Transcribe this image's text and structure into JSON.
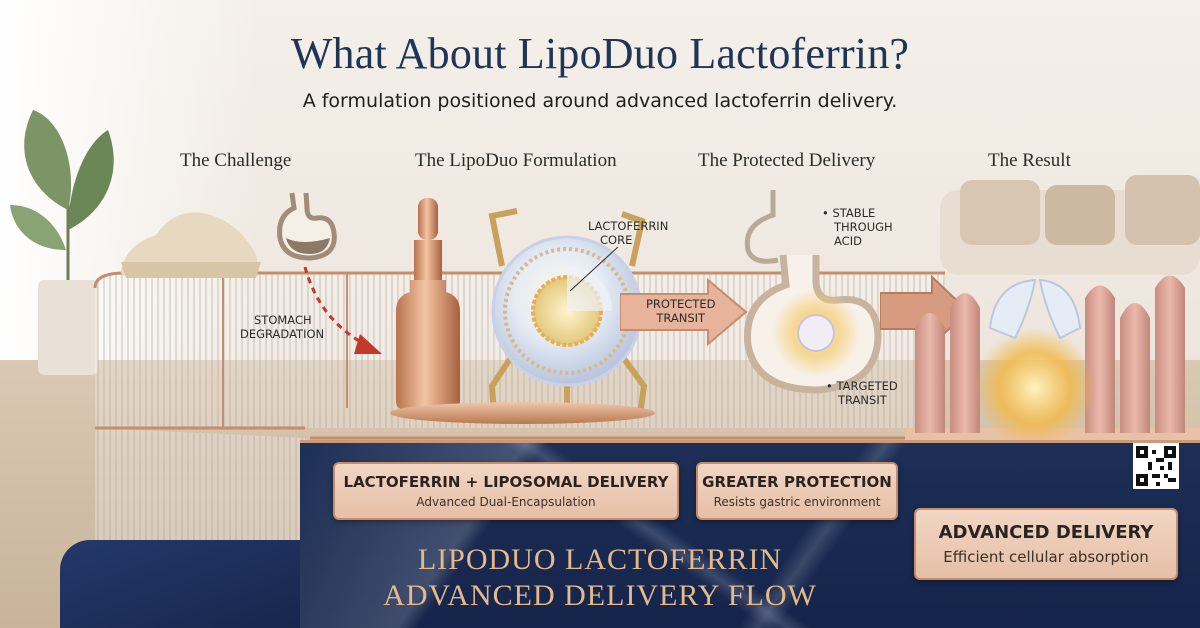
{
  "header": {
    "title": "What About LipoDuo Lactoferrin?",
    "subtitle": "A formulation positioned around advanced lactoferrin delivery."
  },
  "steps": [
    {
      "label": "The Challenge"
    },
    {
      "label": "The LipoDuo Formulation"
    },
    {
      "label": "The Protected Delivery"
    },
    {
      "label": "The Result"
    }
  ],
  "annotations": {
    "stomach_degradation": [
      "STOMACH",
      "DEGRADATION"
    ],
    "lactoferrin_core": [
      "LACTOFERRIN",
      "CORE"
    ],
    "protected_transit": [
      "PROTECTED",
      "TRANSIT"
    ],
    "stable_acid": [
      "STABLE",
      "THROUGH",
      "ACID"
    ],
    "targeted_transit": [
      "TARGETED",
      "TRANSIT"
    ]
  },
  "badges": {
    "liposomal": {
      "title": "LACTOFERRIN + LIPOSOMAL DELIVERY",
      "sub": "Advanced Dual-Encapsulation"
    },
    "protection": {
      "title": "GREATER PROTECTION",
      "sub": "Resists gastric environment"
    },
    "delivery": {
      "title": "ADVANCED DELIVERY",
      "sub": "Efficient cellular absorption"
    }
  },
  "flow_title": [
    "LIPODUO LACTOFERRIN",
    "ADVANCED DELIVERY FLOW"
  ],
  "colors": {
    "title_navy": "#1f3556",
    "copper": "#c58d6b",
    "marble_navy": "#1a2b52",
    "gold_text": "#e5b98a",
    "arrow_red": "#c0392b"
  },
  "icons": [
    "stomach-icon",
    "dropper-bottle-icon",
    "liposome-sphere-icon",
    "arrow-right-icon",
    "intestinal-villi-icon",
    "qr-code-icon",
    "plant-icon",
    "powder-pile-icon"
  ]
}
